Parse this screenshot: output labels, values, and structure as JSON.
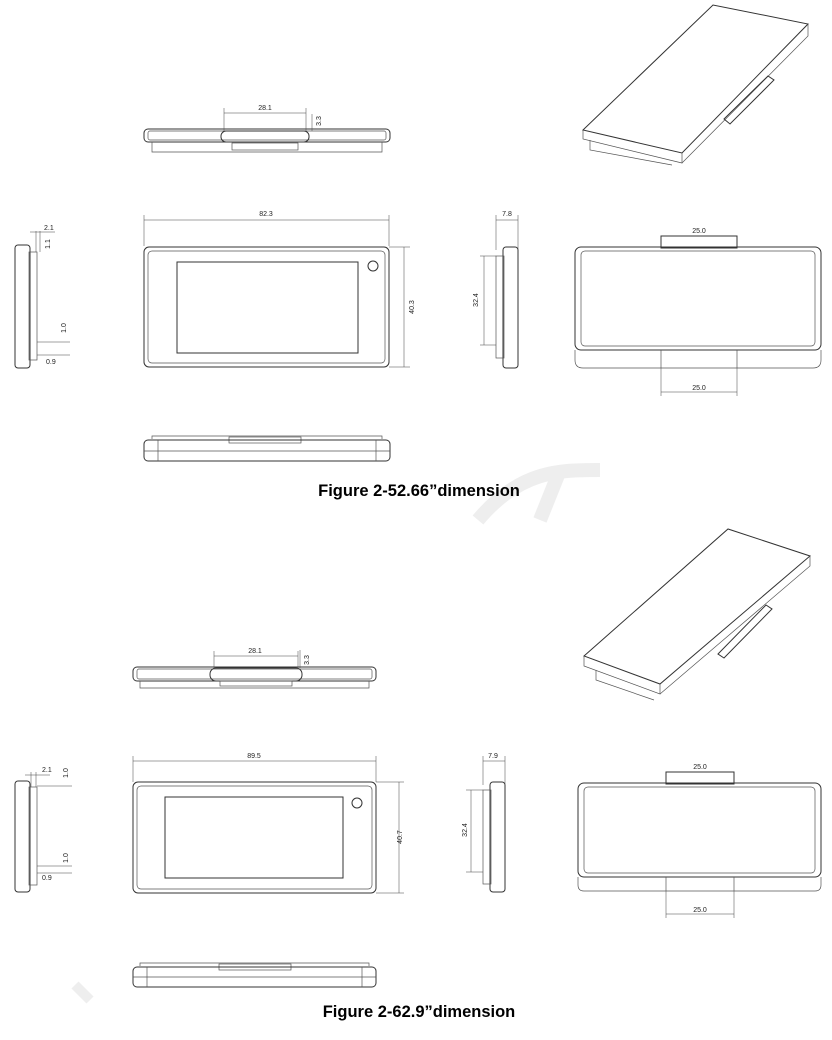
{
  "figures": [
    {
      "caption": "Figure 2-52.66”dimension",
      "dims": {
        "top_slot_width": "28.1",
        "top_slot_height": "3.3",
        "front_width": "82.3",
        "front_height": "40.3",
        "left_top_a": "2.1",
        "left_top_b": "1.1",
        "left_bottom_a": "1.0",
        "left_bottom_b": "0.9",
        "right_side_depth": "7.8",
        "right_side_height": "32.4",
        "back_top_width": "25.0",
        "back_bottom_width": "25.0"
      }
    },
    {
      "caption": "Figure 2-62.9”dimension",
      "dims": {
        "top_slot_width": "28.1",
        "top_slot_height": "3.3",
        "front_width": "89.5",
        "front_height": "40.7",
        "left_top_a": "2.1",
        "left_top_b": "1.0",
        "left_bottom_a": "1.0",
        "left_bottom_b": "0.9",
        "right_side_depth": "7.9",
        "right_side_height": "32.4",
        "back_top_width": "25.0",
        "back_bottom_width": "25.0"
      }
    }
  ],
  "colors": {
    "line": "#333333",
    "background": "#ffffff",
    "watermark": "#ececec"
  }
}
